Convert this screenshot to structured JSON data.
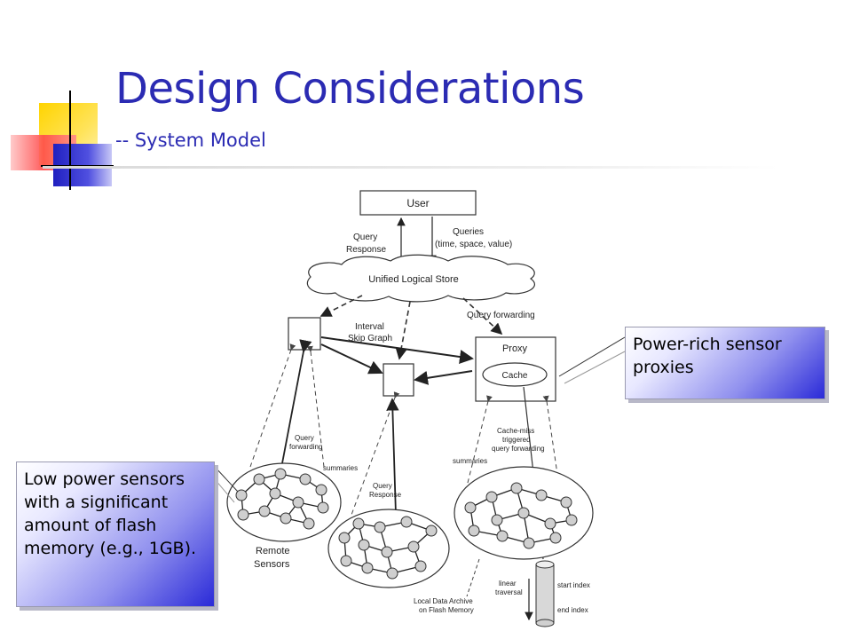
{
  "slide": {
    "title": "Design Considerations",
    "subtitle": "-- System Model"
  },
  "callouts": {
    "left": "Low power sensors with a significant amount of flash memory (e.g., 1GB).",
    "right": "Power-rich sensor proxies"
  },
  "diagram": {
    "user": "User",
    "query_response_1": "Query",
    "query_response_2": "Response",
    "queries_1": "Queries",
    "queries_2": "(time, space, value)",
    "store": "Unified Logical Store",
    "interval_1": "Interval",
    "interval_2": "Skip Graph",
    "query_forwarding": "Query forwarding",
    "proxy": "Proxy",
    "cache": "Cache",
    "cache_miss_1": "Cache-miss",
    "cache_miss_2": "triggered",
    "cache_miss_3": "query forwarding",
    "query_fwd_1": "Query",
    "query_fwd_2": "forwarding",
    "summaries_a": "summaries",
    "summaries_b": "summaries",
    "qr_low_1": "Query",
    "qr_low_2": "Response",
    "remote_1": "Remote",
    "remote_2": "Sensors",
    "archive_1": "Local Data Archive",
    "archive_2": "on Flash Memory",
    "linear_1": "linear",
    "linear_2": "traversal",
    "start_index": "start index",
    "end_index": "end index"
  },
  "colors": {
    "title": "#2b2bb3",
    "deco_yellow": "#ffd400",
    "deco_red": "#ff3b3b",
    "deco_blue": "#2f2fcf",
    "callout_gradient_end": "#2a2ad8"
  }
}
